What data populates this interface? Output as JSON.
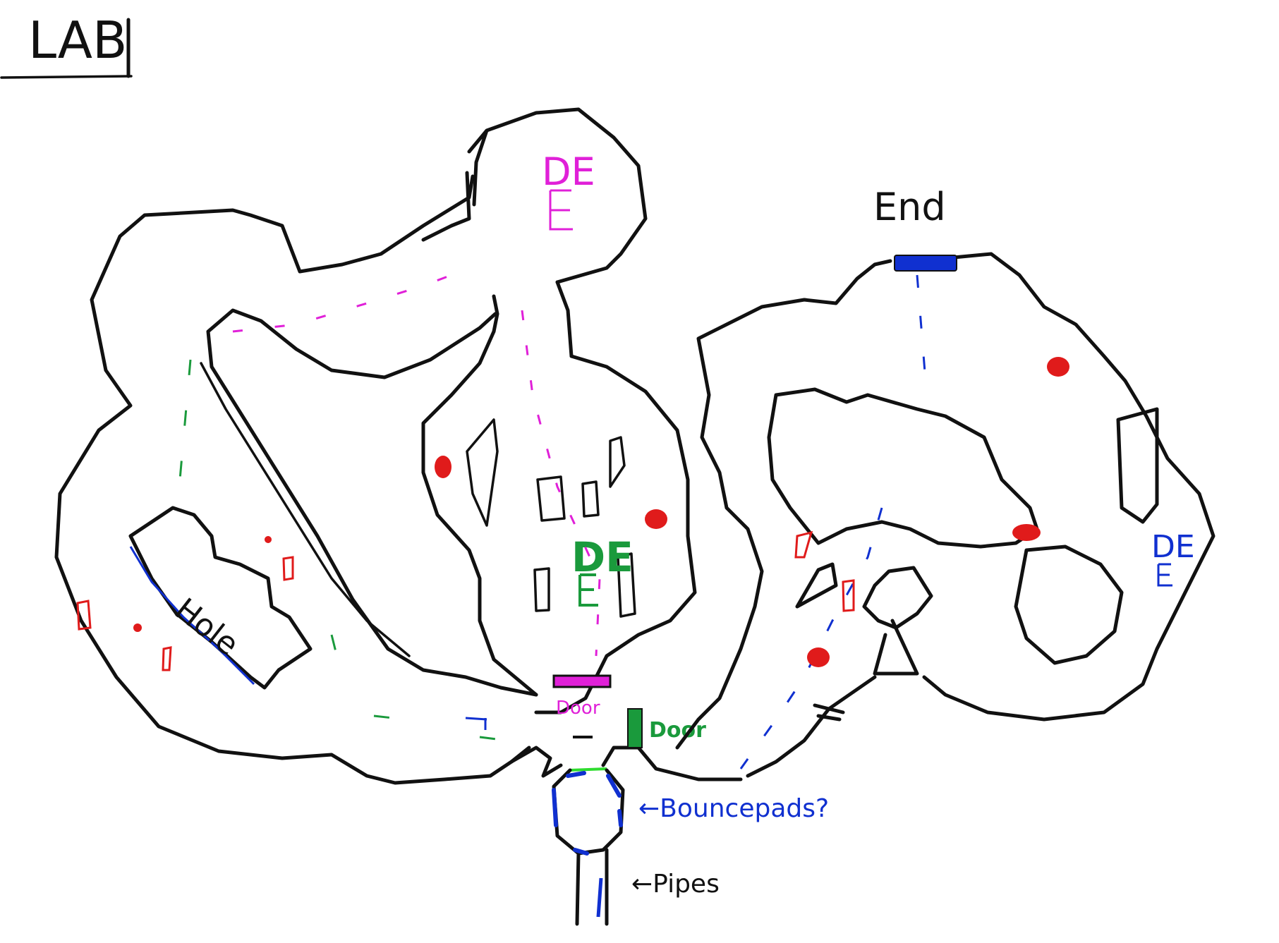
{
  "title": "LAB",
  "labels": {
    "hole": "Hole",
    "end": "End",
    "door_top": "Door",
    "door_right": "Door",
    "bouncepads": "←Bouncepads?",
    "pipes": "←Pipes",
    "marker_top": "DE",
    "marker_center": "DE",
    "marker_right": "DE"
  },
  "colors": {
    "wall": "#111111",
    "enemy": "#e01b1b",
    "magenta": "#e020d8",
    "green": "#1a9a3c",
    "blue": "#1030d0",
    "lime": "#2fdc2f"
  },
  "icons": [
    "enemy-dot",
    "enemy-box",
    "end-door",
    "door-magenta",
    "door-green",
    "bouncepad",
    "pipe"
  ]
}
